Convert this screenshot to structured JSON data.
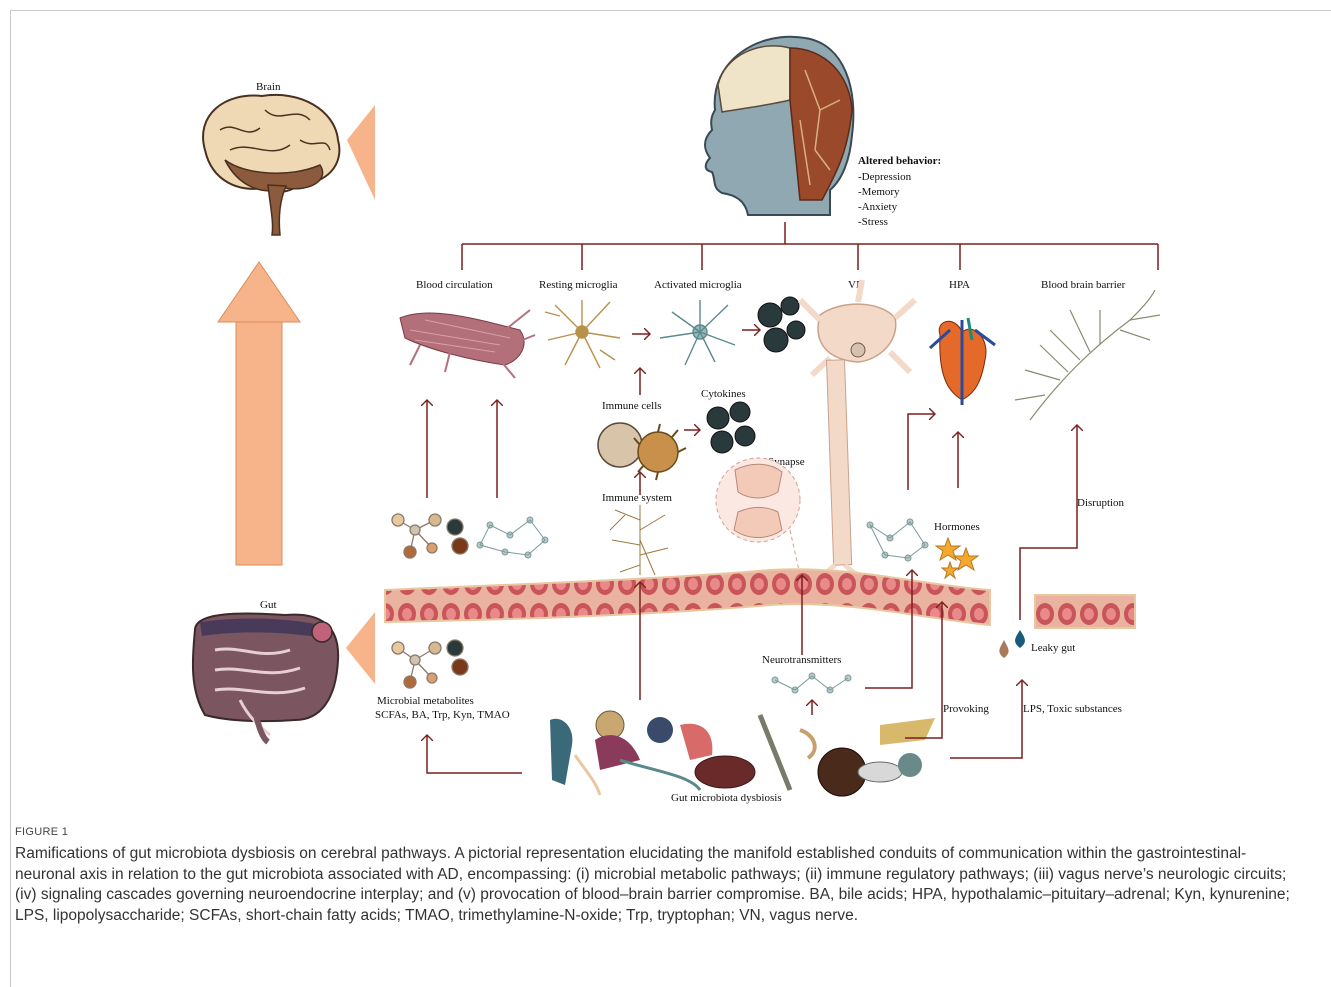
{
  "labels": {
    "brain": "Brain",
    "gut": "Gut",
    "altered_title": "Altered behavior:",
    "altered_items": [
      "-Depression",
      "-Memory",
      "-Anxiety",
      "-Stress"
    ],
    "blood_circulation": "Blood circulation",
    "resting_microglia": "Resting microglia",
    "activated_microglia": "Activated microglia",
    "vn": "VN",
    "hpa": "HPA",
    "bbb": "Blood brain barrier",
    "immune_cells": "Immune cells",
    "cytokines": "Cytokines",
    "synapse": "Synapse",
    "immune_system": "Immune system",
    "hormones": "Hormones",
    "disruption": "Disruption",
    "neurotransmitters": "Neurotransmitters",
    "leaky_gut": "Leaky gut",
    "provoking": "Provoking",
    "lps_toxic": "LPS, Toxic substances",
    "metabolites_1": "Microbial metabolites",
    "metabolites_2": "SCFAs, BA, Trp,  Kyn, TMAO",
    "dysbiosis": "Gut microbiota dysbiosis"
  },
  "colors": {
    "arrow": "#7a1e1e",
    "big_arrow": "#f7b48a",
    "brain_light": "#efd9b5",
    "brain_dark": "#8c5a3c",
    "gut_tissue": "#c9545a",
    "head_skin": "#8fa8b2"
  },
  "caption": {
    "figure_label": "FIGURE 1",
    "text": "Ramifications of gut microbiota dysbiosis on cerebral pathways. A pictorial representation elucidating the manifold established conduits of communication within the gastrointestinal-neuronal axis in relation to the gut microbiota associated with AD, encompassing: (i) microbial metabolic pathways; (ii) immune regulatory pathways; (iii) vagus nerve’s neurologic circuits; (iv) signaling cascades governing neuroendocrine interplay; and (v) provocation of blood–brain barrier compromise. BA, bile acids; HPA, hypothalamic–pituitary–adrenal; Kyn, kynurenine; LPS, lipopolysaccharide; SCFAs, short-chain fatty acids; TMAO, trimethylamine-N-oxide; Trp, tryptophan; VN, vagus nerve."
  }
}
